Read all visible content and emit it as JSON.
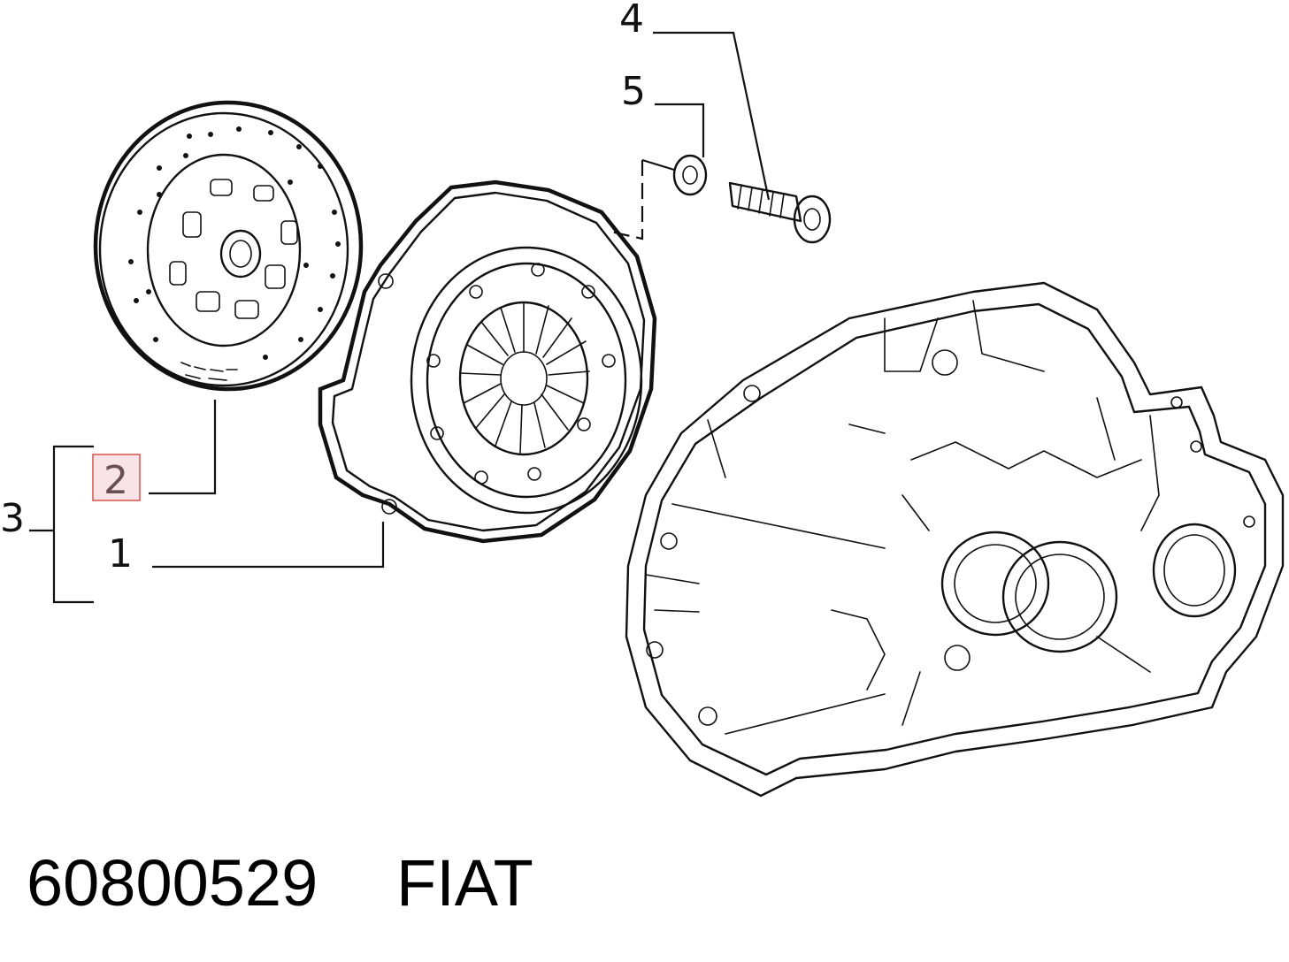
{
  "callouts": [
    {
      "id": "1",
      "label": "1"
    },
    {
      "id": "2",
      "label": "2",
      "highlighted": true
    },
    {
      "id": "3",
      "label": "3"
    },
    {
      "id": "4",
      "label": "4"
    },
    {
      "id": "5",
      "label": "5"
    }
  ],
  "footer": {
    "part_number": "60800529",
    "brand": "FIAT"
  },
  "colors": {
    "ink": "#111111",
    "highlight_fill": "#f8e4e4",
    "highlight_border": "#d9534f",
    "highlight_text": "#6b4f55"
  }
}
